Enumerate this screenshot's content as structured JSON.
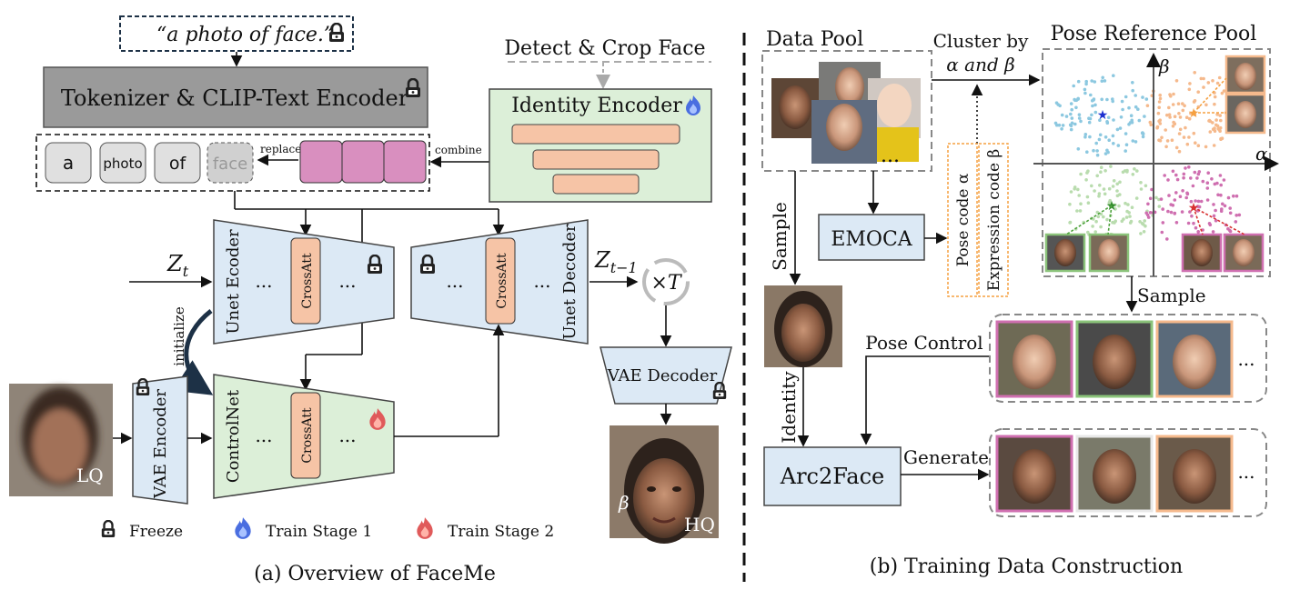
{
  "left_panel": {
    "prompt": "“a photo of face.”",
    "text_encoder": "Tokenizer & CLIP-Text Encoder",
    "tokens": [
      "a",
      "photo",
      "of",
      "face"
    ],
    "replace_label": "replace",
    "combine_label": "combine",
    "detect_crop": "Detect & Crop Face",
    "identity_encoder": "Identity Encoder",
    "z_t": "Z",
    "z_t_sub": "t",
    "z_t1": "Z",
    "z_t1_sub": "t−1",
    "times_t": "×T",
    "unet_encoder": "Unet Ecoder",
    "unet_decoder": "Unet Decoder",
    "controlnet": "ControlNet",
    "crossatt": "CrossAtt",
    "ellipsis": "...",
    "initialize": "initialize",
    "vae_encoder": "VAE Encoder",
    "vae_decoder": "VAE Decoder",
    "lq": "LQ",
    "hq": "HQ",
    "beta_mark": "β",
    "legend": {
      "freeze": "Freeze",
      "stage1": "Train Stage 1",
      "stage2": "Train Stage 2"
    },
    "caption": "(a) Overview of FaceMe"
  },
  "right_panel": {
    "data_pool": "Data Pool",
    "cluster_line1": "Cluster by",
    "cluster_line2": "α and β",
    "pose_ref_pool": "Pose Reference Pool",
    "alpha_axis": "α",
    "beta_axis": "β",
    "sample_left": "Sample",
    "sample_right": "Sample",
    "emoca": "EMOCA",
    "pose_code": "Pose code α",
    "expression_code": "Expression code β",
    "identity": "Identity",
    "pose_control": "Pose Control",
    "arc2face": "Arc2Face",
    "generate": "Generate",
    "ellipsis": "...",
    "caption": "(b) Training Data Construction"
  },
  "colors": {
    "gray_box": "#9a9a9a",
    "blue_box": "#dce9f5",
    "green_box": "#dcefd8",
    "salmon": "#f6c4a6",
    "pink": "#d98fbf",
    "cluster_blue": "#8cc8e0",
    "cluster_orange": "#f5b98c",
    "cluster_green": "#b9dcae",
    "cluster_pink": "#cf6fb0",
    "fire_blue": "#4a6ee0",
    "fire_red": "#e05a5a"
  }
}
